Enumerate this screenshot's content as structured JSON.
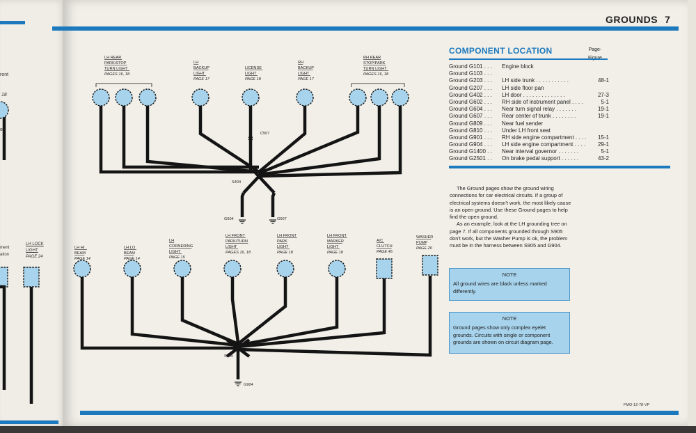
{
  "header": {
    "title": "GROUNDS",
    "page_number": "7"
  },
  "colors": {
    "accent": "#1d79bd",
    "node_fill": "#a7d3ec",
    "wire": "#141414"
  },
  "panel": {
    "title": "COMPONENT LOCATION",
    "page_label": "Page-",
    "figure_label": "Figure",
    "rows": [
      {
        "id": "Ground G101",
        "dots": ". . .",
        "location": "Engine block",
        "fig": ""
      },
      {
        "id": "Ground G103",
        "dots": ". . .",
        "location": "",
        "fig": ""
      },
      {
        "id": "Ground G203",
        "dots": ". . .",
        "location": "LH side trunk . . . . . . . . . . .",
        "fig": "48-1"
      },
      {
        "id": "Ground G207",
        "dots": ". . .",
        "location": "LH side floor pan",
        "fig": ""
      },
      {
        "id": "Ground G402",
        "dots": ". . .",
        "location": "LH door . . . . . . . . . . . . . .",
        "fig": "27-3"
      },
      {
        "id": "Ground G602",
        "dots": ". . .",
        "location": "RH side of instrument panel . . . .",
        "fig": "5-1"
      },
      {
        "id": "Ground G604",
        "dots": ". . .",
        "location": "Near turn signal relay . . . . . . .",
        "fig": "19-1"
      },
      {
        "id": "Ground G607",
        "dots": ". . .",
        "location": "Rear center of trunk . . . . . . . .",
        "fig": "19-1"
      },
      {
        "id": "Ground G809",
        "dots": ". . .",
        "location": "Near fuel sender",
        "fig": ""
      },
      {
        "id": "Ground G810",
        "dots": ". . .",
        "location": "Under LH front seat",
        "fig": ""
      },
      {
        "id": "Ground G901",
        "dots": ". . .",
        "location": "RH side engine compartment . . . .",
        "fig": "15-1"
      },
      {
        "id": "Ground G904",
        "dots": ". . .",
        "location": "LH side engine compartment . . . .",
        "fig": "29-1"
      },
      {
        "id": "Ground G1400",
        "dots": ". .",
        "location": "Near interval governor . . . . . . .",
        "fig": "5-1"
      },
      {
        "id": "Ground G2501",
        "dots": ". .",
        "location": "On brake pedal support . . . . . .",
        "fig": "43-2"
      }
    ]
  },
  "description": {
    "p1": "The Ground pages show the ground wiring connections for car electrical circuits. If a group of electrical systems doesn't work, the most likely cause is an open ground. Use these Ground pages to help find the open ground.",
    "p2": "As an example, look at the LH grounding tree on page 7. If all components grounded through S905 don't work, but the Washer Pump is ok, the problem must be in the harness between S905 and G904."
  },
  "notes": [
    {
      "title": "NOTE",
      "text": "All ground wires are black unless marked differently."
    },
    {
      "title": "NOTE",
      "text": "Ground pages show only complex eyelet grounds. Circuits with single or component grounds are shown on circuit diagram page."
    }
  ],
  "footer_code": "FMO-12-78-VP",
  "left_page": {
    "frag1": "ront",
    "frag2": "18",
    "frag3": "er",
    "frag4": "ment",
    "frag5": "ation",
    "frag6": "LH LOCK",
    "frag7": "LIGHT",
    "frag8": "PAGE 24"
  },
  "top_tree": {
    "splice": "S404",
    "splice_mid": "C507",
    "grounds": [
      "G604",
      "G607"
    ],
    "groups": [
      {
        "lines": [
          "LH REAR",
          "PARK/STOP",
          "TURN LIGHT"
        ],
        "page": "PAGES 16, 18"
      },
      {
        "lines": [
          "LH",
          "BACKUP",
          "LIGHT"
        ],
        "page": "PAGE 17"
      },
      {
        "lines": [
          "LICENSE",
          "LIGHT"
        ],
        "page": "PAGE 18"
      },
      {
        "lines": [
          "RH",
          "BACKUP",
          "LIGHT"
        ],
        "page": "PAGE 17"
      },
      {
        "lines": [
          "RH REAR",
          "STOP/PARK",
          "TURN LIGHT"
        ],
        "page": "PAGES 16, 18"
      }
    ]
  },
  "bottom_tree": {
    "splice": "S905",
    "ground": "G904",
    "groups": [
      {
        "lines": [
          "LH HI",
          "BEAM"
        ],
        "page": "PAGE 14"
      },
      {
        "lines": [
          "LH LO",
          "BEAM"
        ],
        "page": "PAGE 14"
      },
      {
        "lines": [
          "LH",
          "CORNERING",
          "LIGHT"
        ],
        "page": "PAGE 15"
      },
      {
        "lines": [
          "LH FRONT",
          "PARK/TURN",
          "LIGHT"
        ],
        "page": "PAGES 16, 18"
      },
      {
        "lines": [
          "LH FRONT",
          "PARK",
          "LIGHT"
        ],
        "page": "PAGE 18"
      },
      {
        "lines": [
          "LH FRONT",
          "MARKER",
          "LIGHT"
        ],
        "page": "PAGE 18"
      },
      {
        "lines": [
          "A/C",
          "CLUTCH"
        ],
        "page": "PAGE 45"
      },
      {
        "lines": [
          "WASHER",
          "PUMP"
        ],
        "page": "PAGE 20"
      }
    ]
  }
}
